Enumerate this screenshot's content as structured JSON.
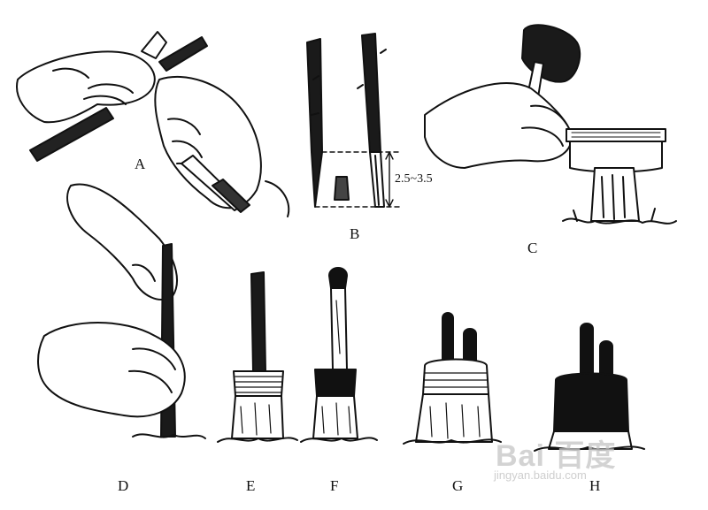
{
  "panels": {
    "A": "A",
    "B": "B",
    "C": "C",
    "D": "D",
    "E": "E",
    "F": "F",
    "G": "G",
    "H": "H"
  },
  "measurement": "2.5~3.5",
  "watermark": {
    "logo": "Bai 百度",
    "url": "jingyan.baidu.com"
  },
  "colors": {
    "ink": "#111111",
    "paper": "#ffffff",
    "watermark": "#c9c9c9"
  }
}
